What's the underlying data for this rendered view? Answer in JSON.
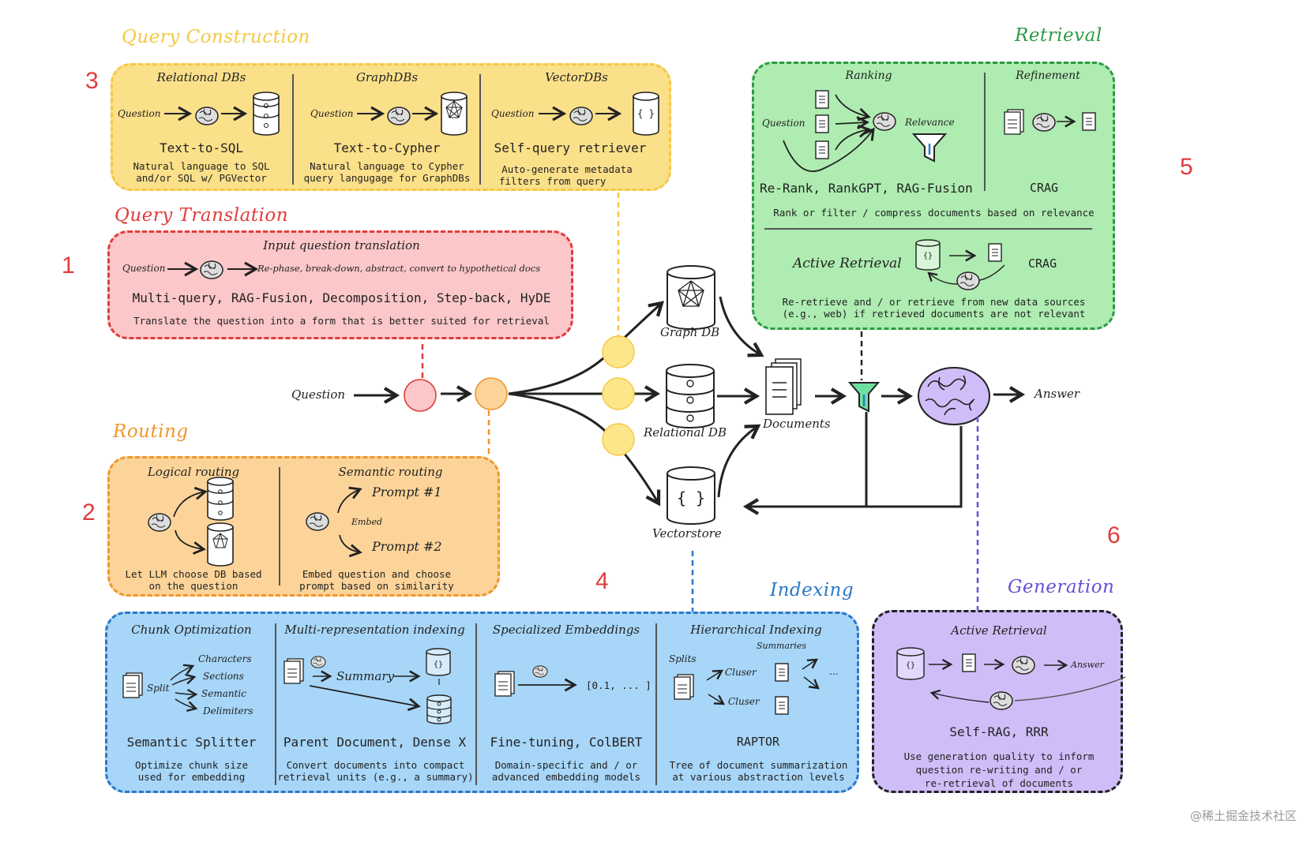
{
  "colors": {
    "yellow_fill": "#fbe08a",
    "yellow_border": "#f5c842",
    "red_fill": "#fbc7c9",
    "red_border": "#e03c3c",
    "orange_fill": "#fcd49a",
    "orange_border": "#f0962a",
    "green_fill": "#aeecb1",
    "green_border": "#2e9a44",
    "blue_fill": "#a7d6f8",
    "blue_border": "#2b77c7",
    "purple_fill": "#cfbdf7",
    "purple_border": "#222222",
    "purple_title": "#6a4fd8",
    "number_red": "#e03c3c"
  },
  "sections": {
    "query_construction": {
      "number": "3",
      "title": "Query Construction",
      "panels": [
        {
          "title": "Relational DBs",
          "input": "Question",
          "method": "Text-to-SQL",
          "desc": [
            "Natural language to SQL",
            "and/or SQL w/ PGVector"
          ]
        },
        {
          "title": "GraphDBs",
          "input": "Question",
          "method": "Text-to-Cypher",
          "desc": [
            "Natural language to Cypher",
            "query langugage for GraphDBs"
          ]
        },
        {
          "title": "VectorDBs",
          "input": "Question",
          "method": "Self-query retriever",
          "desc": [
            "Auto-generate metadata",
            "filters from query"
          ]
        }
      ]
    },
    "query_translation": {
      "number": "1",
      "title": "Query Translation",
      "subtitle": "Input question translation",
      "input": "Question",
      "output": "Re-phase, break-down, abstract, convert to hypothetical docs",
      "methods": "Multi-query, RAG-Fusion, Decomposition, Step-back, HyDE",
      "desc": "Translate the question into a form that is better suited for retrieval"
    },
    "routing": {
      "number": "2",
      "title": "Routing",
      "panels": [
        {
          "title": "Logical routing",
          "desc": [
            "Let LLM choose DB based",
            "on the question"
          ]
        },
        {
          "title": "Semantic routing",
          "embed": "Embed",
          "prompt1": "Prompt #1",
          "prompt2": "Prompt #2",
          "desc": [
            "Embed question and choose",
            "prompt based on similarity"
          ]
        }
      ]
    },
    "retrieval": {
      "number": "5",
      "title": "Retrieval",
      "ranking": {
        "title": "Ranking",
        "input": "Question",
        "relevance": "Relevance",
        "methods": "Re-Rank, RankGPT, RAG-Fusion"
      },
      "refinement": {
        "title": "Refinement",
        "methods": "CRAG"
      },
      "shared_desc": "Rank or filter / compress documents based on relevance",
      "active": {
        "title": "Active Retrieval",
        "methods": "CRAG",
        "desc": [
          "Re-retrieve and / or retrieve from new data sources",
          "(e.g., web) if retrieved documents are not relevant"
        ]
      }
    },
    "indexing": {
      "number": "4",
      "title": "Indexing",
      "panels": [
        {
          "title": "Chunk Optimization",
          "split": "Split",
          "options": [
            "Characters",
            "Sections",
            "Semantic",
            "Delimiters"
          ],
          "method": "Semantic Splitter",
          "desc": [
            "Optimize chunk size",
            "used for embedding"
          ]
        },
        {
          "title": "Multi-representation indexing",
          "summary": "Summary",
          "method": "Parent Document, Dense X",
          "desc": [
            "Convert documents into compact",
            "retrieval units (e.g., a summary)"
          ]
        },
        {
          "title": "Specialized Embeddings",
          "vector": "[0.1, ... ]",
          "method": "Fine-tuning, ColBERT",
          "desc": [
            "Domain-specific and / or",
            "advanced embedding models"
          ]
        },
        {
          "title": "Hierarchical Indexing",
          "splits": "Splits",
          "summaries": "Summaries",
          "cluster1": "Cluser",
          "cluster2": "Cluser",
          "more": "...",
          "method": "RAPTOR",
          "desc": [
            "Tree of document summarization",
            "at various abstraction levels"
          ]
        }
      ]
    },
    "generation": {
      "number": "6",
      "title": "Generation",
      "subtitle": "Active Retrieval",
      "answer": "Answer",
      "method": "Self-RAG, RRR",
      "desc": [
        "Use generation quality to inform",
        "question re-writing and / or",
        "re-retrieval of documents"
      ]
    }
  },
  "flow": {
    "question": "Question",
    "graph_db": "Graph DB",
    "relational_db": "Relational DB",
    "vectorstore": "Vectorstore",
    "documents": "Documents",
    "answer": "Answer"
  },
  "watermark": "@稀土掘金技术社区"
}
